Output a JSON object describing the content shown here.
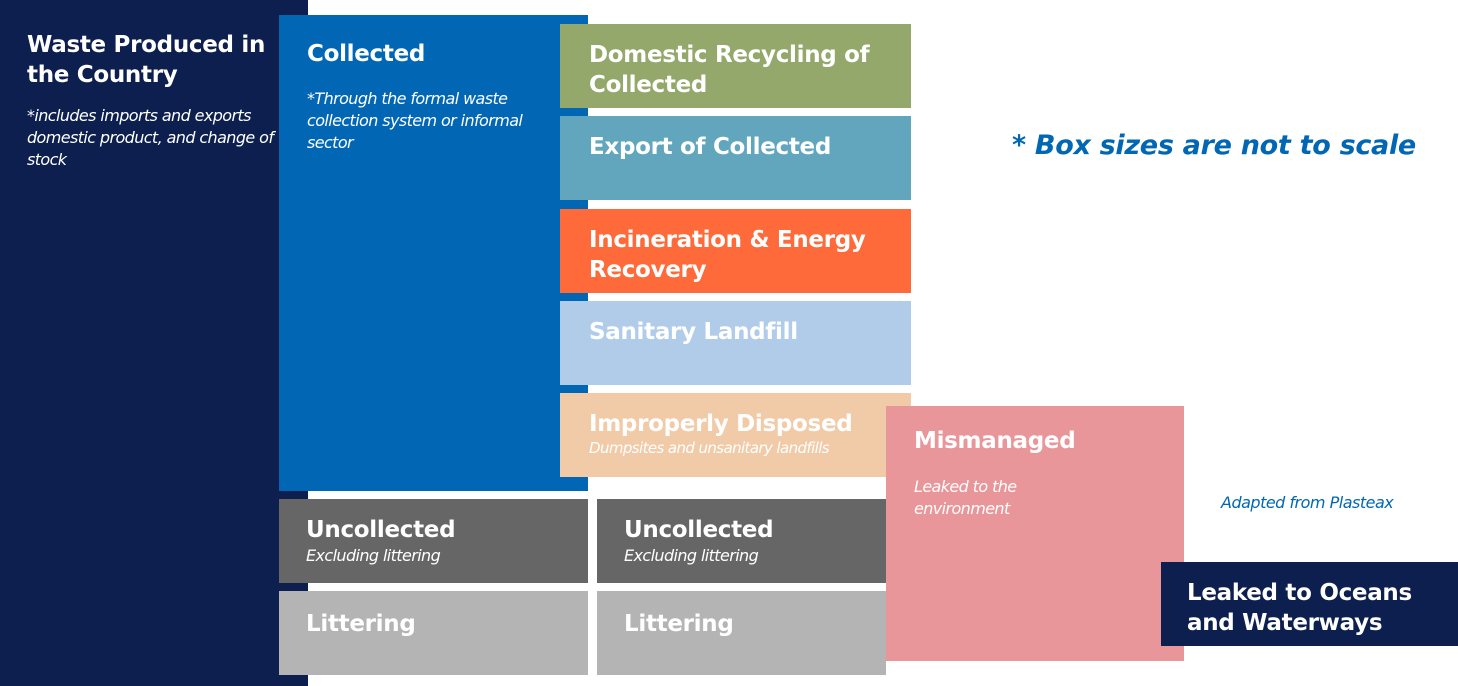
{
  "produced": {
    "title": "Waste Produced in the Country",
    "note": "*includes imports and exports domestic product, and change of stock"
  },
  "collected": {
    "title": "Collected",
    "note": "*Through the formal waste collection system or informal sector"
  },
  "collected_outcomes": [
    {
      "title": "Domestic Recycling of Collected"
    },
    {
      "title": "Export of Collected"
    },
    {
      "title": "Incineration & Energy Recovery"
    },
    {
      "title": "Sanitary Landfill"
    },
    {
      "title": "Improperly Disposed",
      "note": "Dumpsites and unsanitary landfills"
    }
  ],
  "uncollected": {
    "title": "Uncollected",
    "note": "Excluding littering"
  },
  "littering": {
    "title": "Littering"
  },
  "mismanaged": {
    "title": "Mismanaged",
    "note": "Leaked to the environment"
  },
  "leaked": {
    "title": "Leaked to Oceans and Waterways"
  },
  "scale_note": "* Box sizes are not to scale",
  "source": "Adapted from Plasteax",
  "colors": {
    "navy": "#0c1f4f",
    "blue": "#0167b4",
    "green": "#93a86a",
    "teal": "#62a6bd",
    "orange": "#fe6a39",
    "lightblue": "#b1cce9",
    "peach": "#f1caa7",
    "darkgray": "#666666",
    "lightgray": "#b4b4b4",
    "pink": "#e89699"
  }
}
